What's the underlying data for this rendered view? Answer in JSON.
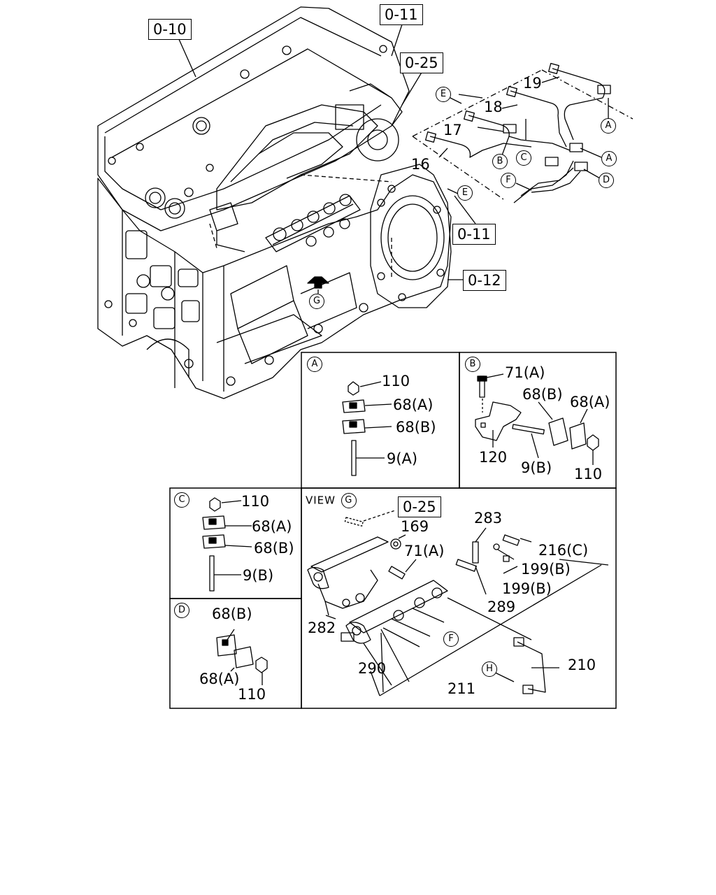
{
  "refs": {
    "r010": "0-10",
    "r011_top": "0-11",
    "r025_top": "0-25",
    "r011_mid": "0-11",
    "r012": "0-12",
    "r025_view": "0-25"
  },
  "main_labels": {
    "p19": "19",
    "p18": "18",
    "p17": "17",
    "p16": "16"
  },
  "main_markers": {
    "e1": "E",
    "a1": "A",
    "a2": "A",
    "b1": "B",
    "c1": "C",
    "d1": "D",
    "f1": "F",
    "e2": "E",
    "g1": "G"
  },
  "panel_a": {
    "marker": "A",
    "labels": {
      "l110": "110",
      "l68a": "68(A)",
      "l68b": "68(B)",
      "l9a": "9(A)"
    }
  },
  "panel_b": {
    "marker": "B",
    "labels": {
      "l71a": "71(A)",
      "l68b": "68(B)",
      "l68a": "68(A)",
      "l120": "120",
      "l9b": "9(B)",
      "l110": "110"
    }
  },
  "panel_c": {
    "marker": "C",
    "labels": {
      "l110": "110",
      "l68a": "68(A)",
      "l68b": "68(B)",
      "l9b": "9(B)"
    }
  },
  "panel_d": {
    "marker": "D",
    "labels": {
      "l68b": "68(B)",
      "l68a": "68(A)",
      "l110": "110"
    }
  },
  "panel_view": {
    "title": "VIEW",
    "marker": "G",
    "labels": {
      "l169": "169",
      "l283": "283",
      "l71a": "71(A)",
      "l216c": "216(C)",
      "l199b1": "199(B)",
      "l199b2": "199(B)",
      "l289": "289",
      "l282": "282",
      "l290": "290",
      "l210": "210",
      "l211": "211"
    },
    "markers": {
      "f": "F",
      "h": "H"
    }
  }
}
